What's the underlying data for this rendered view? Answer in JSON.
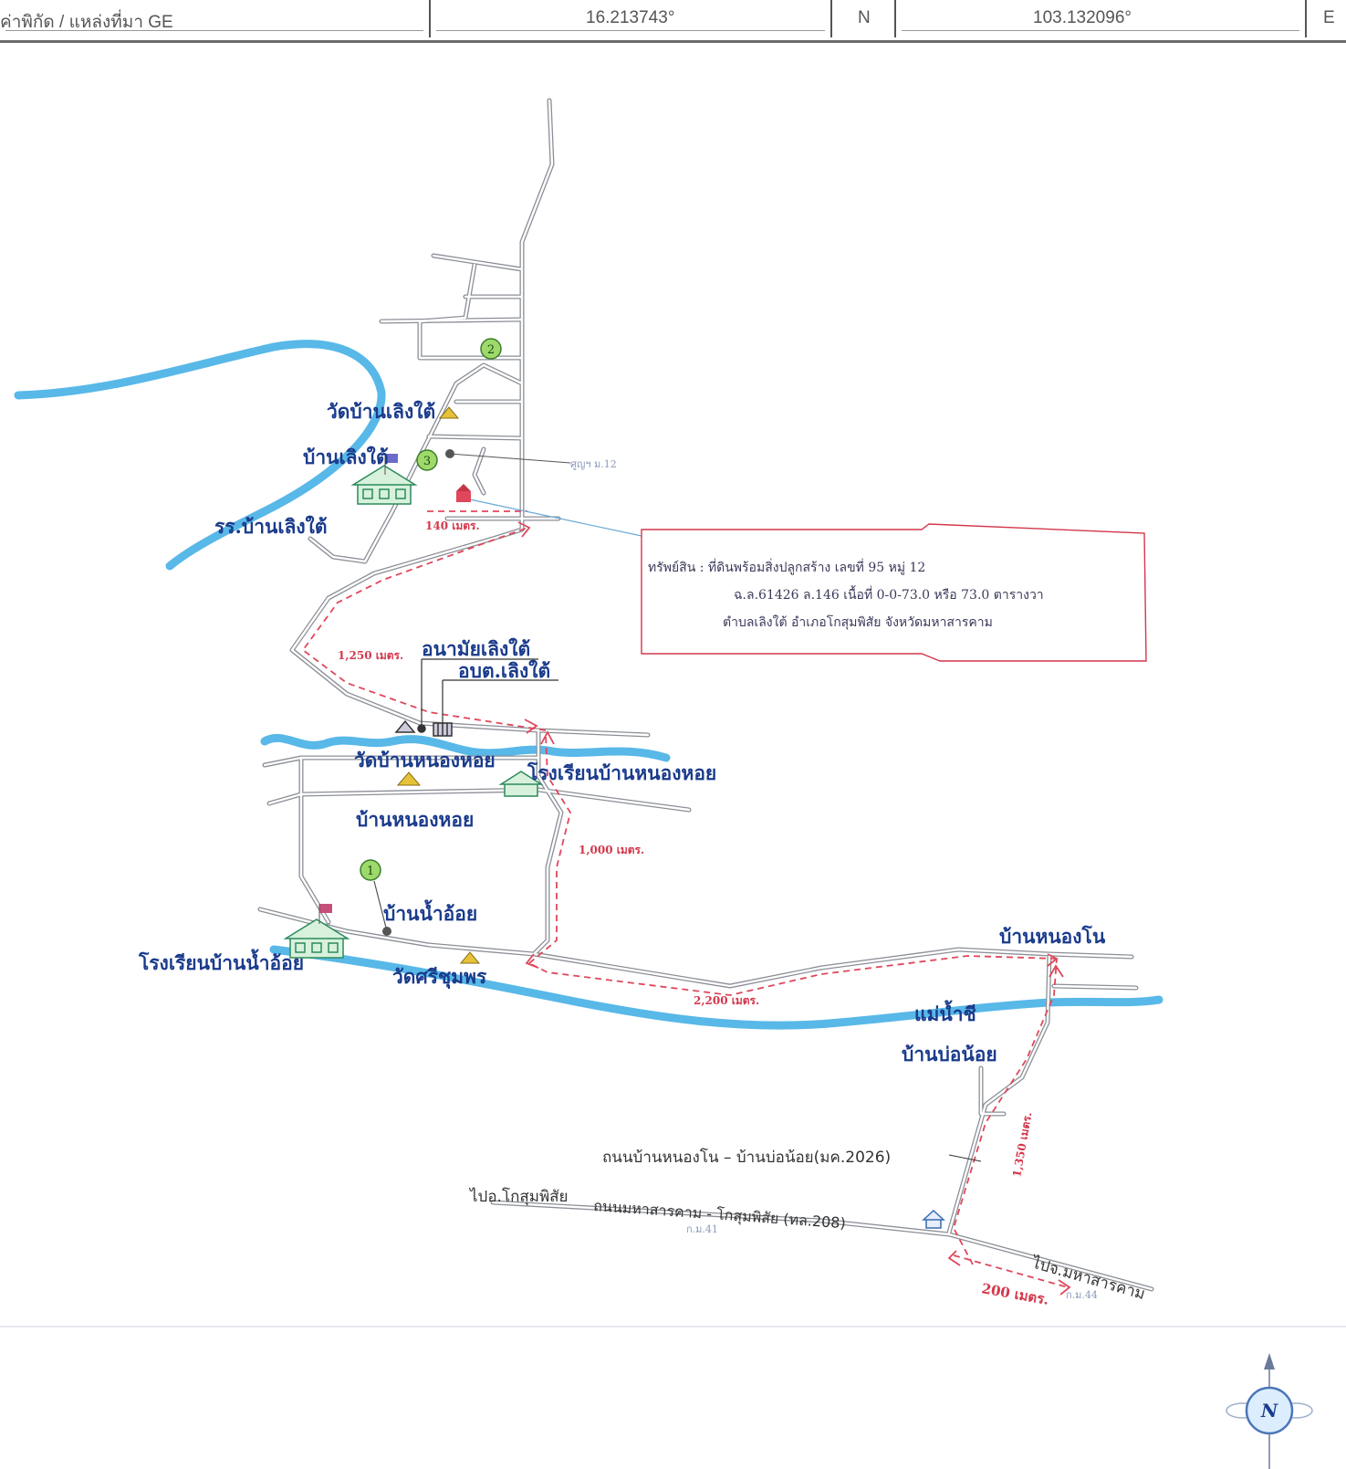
{
  "coord_header": {
    "source_label": "ค่าพิกัด / แหล่งที่มา GE",
    "latitude": "16.213743°",
    "lat_dir": "N",
    "longitude": "103.132096°",
    "lon_dir": "E"
  },
  "places": {
    "wat_ban_loeng_tai": "วัดบ้านเลิงใต้",
    "ban_loeng_tai": "บ้านเลิงใต้",
    "school_loeng_tai": "รร.บ้านเลิงใต้",
    "health_station": "อนามัยเลิงใต้",
    "sao_office": "อบต.เลิงใต้",
    "wat_nong_hoi": "วัดบ้านหนองหอย",
    "school_nong_hoi": "โรงเรียนบ้านหนองหอย",
    "ban_nong_hoi": "บ้านหนองหอย",
    "ban_nam_oi": "บ้านน้ำอ้อย",
    "school_nam_oi": "โรงเรียนบ้านน้ำอ้อย",
    "wat_si_chum_phon": "วัดศรีชุมพร",
    "ban_nong_no": "บ้านหนองโน",
    "river_chi": "แม่น้ำชี",
    "ban_bo_noi": "บ้านบ่อน้อย",
    "village_hall_label": "ศูญฯ ม.12"
  },
  "roads": {
    "local_road": "ถนนบ้านหนองโน – บ้านบ่อน้อย(มค.2026)",
    "to_kosum": "ไปอ.โกสุมพิสัย",
    "highway": "ถนนมหาสารคาม - โกสุมพิสัย (ทล.208)",
    "to_maha_sarakham": "ไปจ.มหาสารคาม",
    "km_41": "ก.ม.41",
    "km_44": "ก.ม.44"
  },
  "distances": {
    "d140": "140 เมตร.",
    "d1250": "1,250 เมตร.",
    "d1000": "1,000 เมตร.",
    "d2200": "2,200 เมตร.",
    "d1350": "1,350 เมตร.",
    "d200": "200 เมตร."
  },
  "markers": {
    "m1": "1",
    "m2": "2",
    "m3": "3"
  },
  "property_box": {
    "line1": "ทรัพย์สิน : ที่ดินพร้อมสิ่งปลูกสร้าง เลขที่ 95  หมู่ 12",
    "line2": "ฉ.ล.61426 ล.146 เนื้อที่ 0-0-73.0 หรือ 73.0 ตารางวา",
    "line3": "ตำบลเลิงใต้ อำเภอโกสุมพิสัย  จังหวัดมหาสารคาม"
  },
  "compass": {
    "north": "N"
  },
  "colors": {
    "road": "#8b8f96",
    "river": "#58b8e8",
    "route": "#e0475b",
    "place_label": "#1a3b8c",
    "distance_label": "#d4374b",
    "box_border": "#d4374b"
  }
}
